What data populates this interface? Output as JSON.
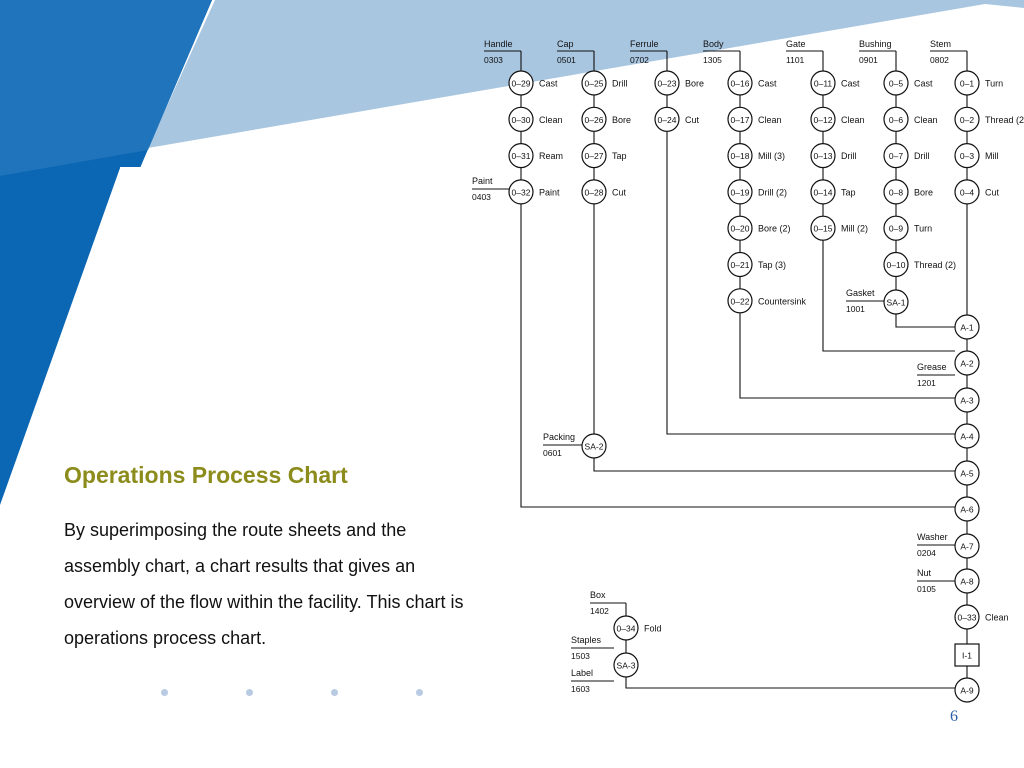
{
  "slide": {
    "title": "Operations Process Chart",
    "body": "By superimposing the route sheets and the assembly chart, a chart results that gives an overview of the flow within the facility. This chart is operations process chart.",
    "page_number": "6",
    "colors": {
      "accent_dark": "#0b66b3",
      "accent_light": "#a9c6e1",
      "title": "#8c8c1c",
      "dots": "#b9cbe3"
    }
  },
  "diagram": {
    "parts": [
      {
        "name": "Handle",
        "code": "0303",
        "ops": [
          [
            "0–29",
            "Cast"
          ],
          [
            "0–30",
            "Clean"
          ],
          [
            "0–31",
            "Ream"
          ],
          [
            "0–32",
            "Paint"
          ]
        ]
      },
      {
        "name": "Cap",
        "code": "0501",
        "ops": [
          [
            "0–25",
            "Drill"
          ],
          [
            "0–26",
            "Bore"
          ],
          [
            "0–27",
            "Tap"
          ],
          [
            "0–28",
            "Cut"
          ]
        ]
      },
      {
        "name": "Ferrule",
        "code": "0702",
        "ops": [
          [
            "0–23",
            "Bore"
          ],
          [
            "0–24",
            "Cut"
          ]
        ]
      },
      {
        "name": "Body",
        "code": "1305",
        "ops": [
          [
            "0–16",
            "Cast"
          ],
          [
            "0–17",
            "Clean"
          ],
          [
            "0–18",
            "Mill (3)"
          ],
          [
            "0–19",
            "Drill (2)"
          ],
          [
            "0–20",
            "Bore (2)"
          ],
          [
            "0–21",
            "Tap (3)"
          ],
          [
            "0–22",
            "Countersink"
          ]
        ]
      },
      {
        "name": "Gate",
        "code": "1101",
        "ops": [
          [
            "0–11",
            "Cast"
          ],
          [
            "0–12",
            "Clean"
          ],
          [
            "0–13",
            "Drill"
          ],
          [
            "0–14",
            "Tap"
          ],
          [
            "0–15",
            "Mill (2)"
          ]
        ]
      },
      {
        "name": "Bushing",
        "code": "0901",
        "ops": [
          [
            "0–5",
            "Cast"
          ],
          [
            "0–6",
            "Clean"
          ],
          [
            "0–7",
            "Drill"
          ],
          [
            "0–8",
            "Bore"
          ],
          [
            "0–9",
            "Turn"
          ],
          [
            "0–10",
            "Thread (2)"
          ]
        ]
      },
      {
        "name": "Stem",
        "code": "0802",
        "ops": [
          [
            "0–1",
            "Turn"
          ],
          [
            "0–2",
            "Thread (2"
          ],
          [
            "0–3",
            "Mill"
          ],
          [
            "0–4",
            "Cut"
          ]
        ]
      }
    ],
    "feeds": [
      {
        "name": "Paint",
        "code": "0403"
      },
      {
        "name": "Gasket",
        "code": "1001"
      },
      {
        "name": "Grease",
        "code": "1201"
      },
      {
        "name": "Packing",
        "code": "0601"
      },
      {
        "name": "Washer",
        "code": "0204"
      },
      {
        "name": "Nut",
        "code": "0105"
      },
      {
        "name": "Box",
        "code": "1402"
      },
      {
        "name": "Staples",
        "code": "1503"
      },
      {
        "name": "Label",
        "code": "1603"
      }
    ],
    "assemblies": [
      "A-1",
      "A-2",
      "A-3",
      "A-4",
      "A-5",
      "A-6",
      "A-7",
      "A-8",
      "A-9"
    ],
    "subassemblies": [
      "SA-1",
      "SA-2",
      "SA-3"
    ],
    "extra_ops": [
      [
        "0–33",
        "Clean"
      ],
      [
        "0–34",
        "Fold"
      ]
    ],
    "inspection": "I-1"
  }
}
